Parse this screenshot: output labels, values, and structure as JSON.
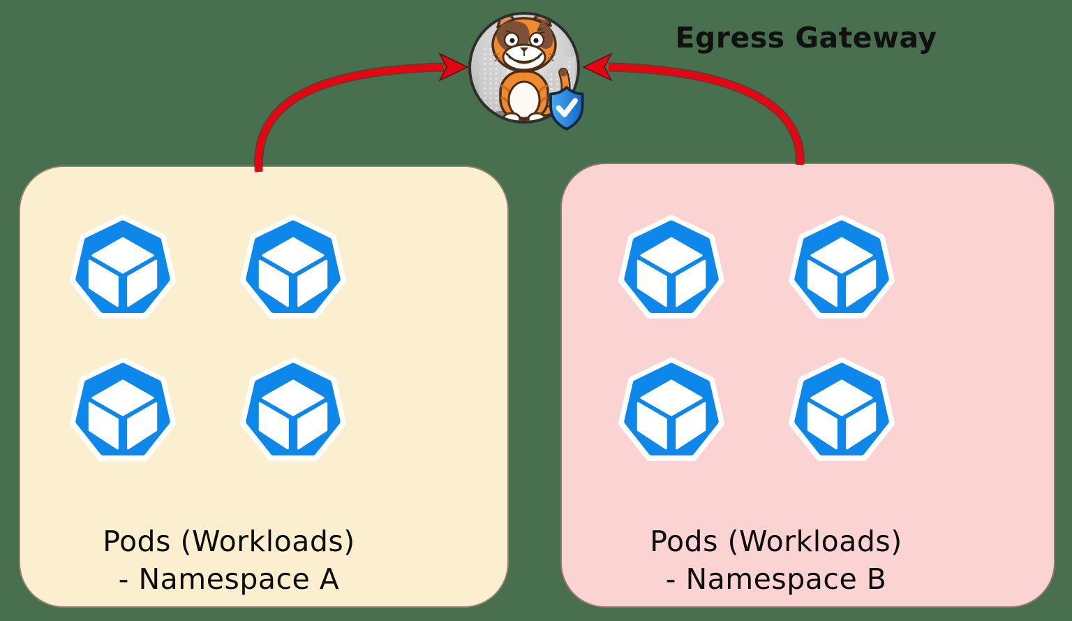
{
  "title": "Egress Gateway",
  "gateway": {
    "label": "Egress Gateway",
    "icon": "cat-mascot-gateway-icon",
    "badge_icon": "shield-check-icon"
  },
  "namespaces": [
    {
      "id": "A",
      "label_line1": "Pods (Workloads)",
      "label_line2": "- Namespace A",
      "bg": "#FBEFD0",
      "pod_count": 4
    },
    {
      "id": "B",
      "label_line1": "Pods (Workloads)",
      "label_line2": "- Namespace B",
      "bg": "#FAD3D2",
      "pod_count": 4
    }
  ],
  "colors": {
    "background": "#48704E",
    "arrow_red": "#E30613",
    "pod_blue": "#0D87E9",
    "namespace_a_bg": "#FBEFD0",
    "namespace_b_bg": "#FAD3D2",
    "box_outline": "#3E2C1E",
    "title_text": "#111111",
    "gateway_circle_gray": "#B5B5B5",
    "shield_blue": "#1468C8",
    "cat_orange": "#EF8A2E",
    "cat_brown": "#7E5039"
  }
}
